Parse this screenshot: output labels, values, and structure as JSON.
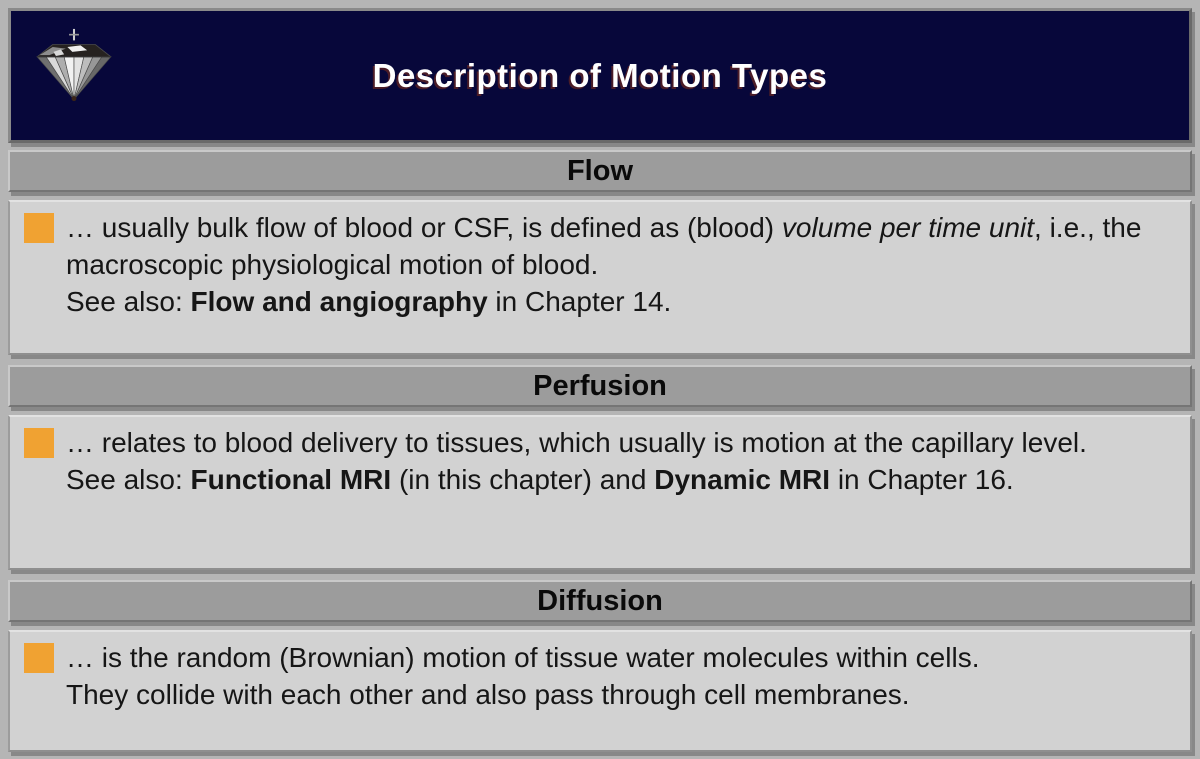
{
  "colors": {
    "header_bg": "#07073a",
    "section_bar_bg": "#9c9c9c",
    "content_bg": "#d2d2d2",
    "bullet_orange": "#f0a232",
    "page_bg": "#b5b5b5",
    "title_text": "#ffffff"
  },
  "header": {
    "title": "Description of Motion Types",
    "logo": "faceted-gem-diamond-logo"
  },
  "sections": [
    {
      "heading": "Flow",
      "para1": [
        {
          "text": "… usually bulk flow of blood or CSF, is defined as (blood) "
        },
        {
          "style": "italic",
          "text": "volume per time unit"
        },
        {
          "text": ", i.e., the macroscopic physiological motion of blood."
        }
      ],
      "para2": [
        {
          "text": "See also: "
        },
        {
          "style": "bold",
          "text": "Flow and angiography"
        },
        {
          "text": " in Chapter 14."
        }
      ]
    },
    {
      "heading": "Perfusion",
      "para1": [
        {
          "text": "… relates to blood delivery to tissues, which usually is motion at the capillary level."
        }
      ],
      "para2": [
        {
          "text": "See also: "
        },
        {
          "style": "bold",
          "text": "Functional MRI"
        },
        {
          "text": " (in this chapter) and "
        },
        {
          "style": "bold",
          "text": "Dynamic MRI"
        },
        {
          "text": " in Chapter 16."
        }
      ]
    },
    {
      "heading": "Diffusion",
      "para1": [
        {
          "text": "… is the random (Brownian) motion of tissue water molecules within cells."
        }
      ],
      "para2": [
        {
          "text": "They collide with each other and also pass through cell membranes."
        }
      ]
    }
  ]
}
